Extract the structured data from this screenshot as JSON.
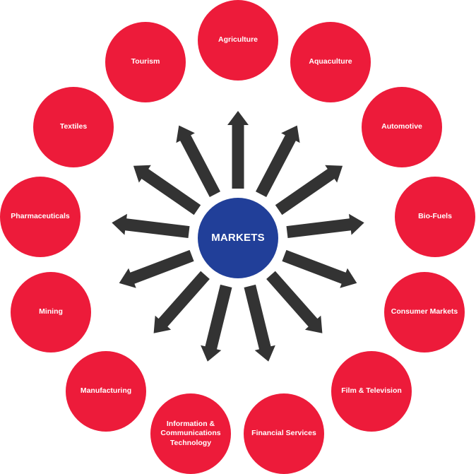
{
  "center": {
    "label": "MARKETS"
  },
  "colors": {
    "market_fill": "#ed1b3a",
    "center_fill": "#213f99",
    "arrow_fill": "#333333"
  },
  "markets": [
    {
      "label": "Agriculture"
    },
    {
      "label": "Aquaculture"
    },
    {
      "label": "Automotive"
    },
    {
      "label": "Bio-Fuels"
    },
    {
      "label": "Consumer Markets"
    },
    {
      "label": "Film & Television"
    },
    {
      "label": "Financial Services"
    },
    {
      "label": "Information & Communications Technology"
    },
    {
      "label": "Manufacturing"
    },
    {
      "label": "Mining"
    },
    {
      "label": "Pharmaceuticals"
    },
    {
      "label": "Textiles"
    },
    {
      "label": "Tourism"
    }
  ]
}
